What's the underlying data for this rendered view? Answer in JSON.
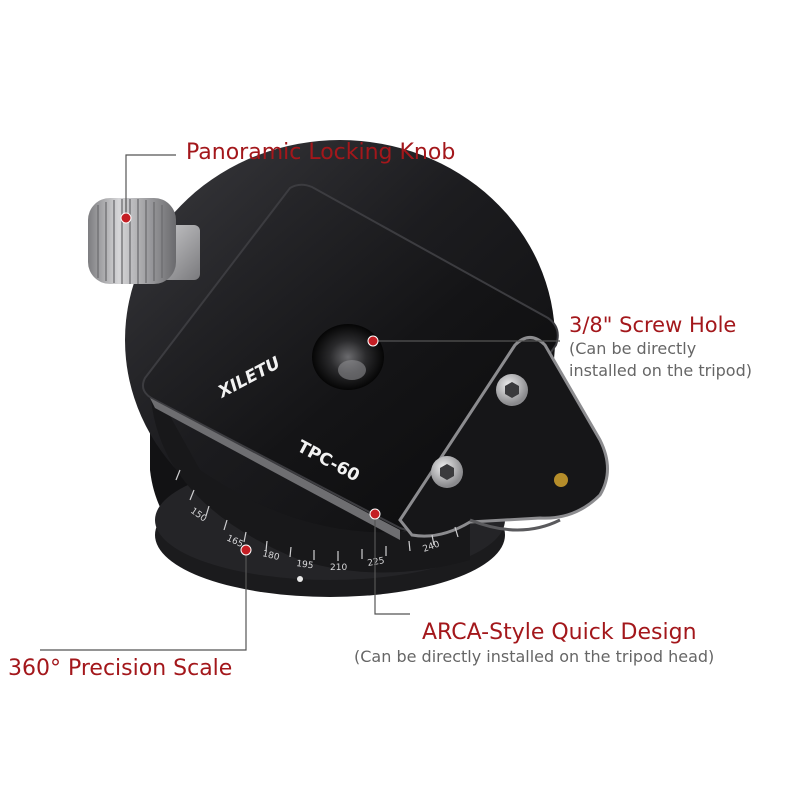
{
  "product": {
    "brand_logo_text": "XILETU",
    "model_text": "TPC-60",
    "scale_marks": [
      "150",
      "165",
      "180",
      "195",
      "210",
      "225",
      "240"
    ],
    "colors": {
      "accent_red": "#a3171b",
      "leader_line": "#555555",
      "body_black": "#17171a",
      "metal_silver": "#a9a9ab",
      "note_gray": "#666666"
    }
  },
  "callouts": {
    "knob": {
      "title": "Panoramic Locking Knob"
    },
    "screw_hole": {
      "title": "3/8\" Screw Hole",
      "note_line1": "(Can be directly",
      "note_line2": "installed on the tripod)"
    },
    "arca": {
      "title": "ARCA-Style Quick Design",
      "note": "(Can be directly installed on the tripod head)"
    },
    "scale": {
      "title": "360° Precision Scale"
    }
  }
}
